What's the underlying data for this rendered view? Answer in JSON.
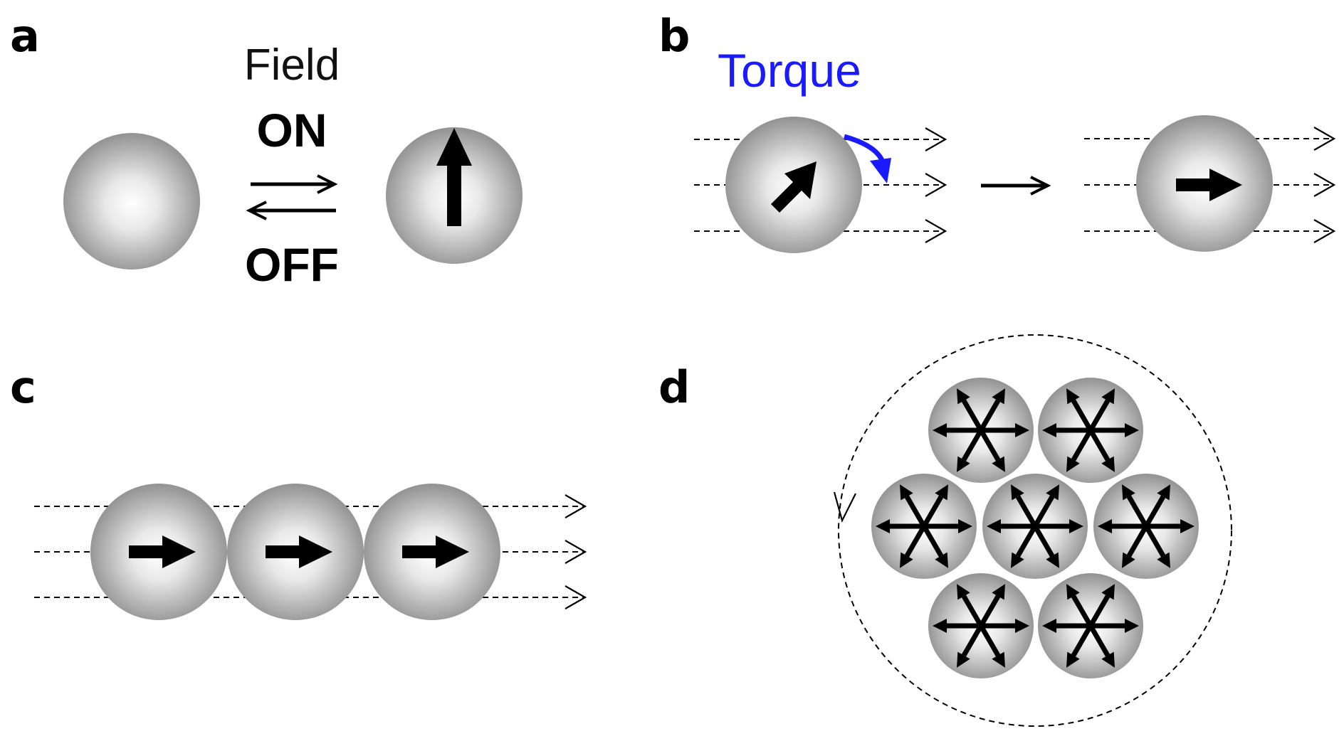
{
  "panels": {
    "a": {
      "label": "a",
      "field_text": "Field",
      "on_text": "ON",
      "off_text": "OFF"
    },
    "b": {
      "label": "b",
      "torque_text": "Torque"
    },
    "c": {
      "label": "c"
    },
    "d": {
      "label": "d"
    }
  },
  "colors": {
    "torque": "#1a1aff",
    "sphere_light": "#ffffff",
    "sphere_dark": "#8a8a8a",
    "ink": "#000000"
  },
  "icons": {
    "moment_arrow": "block-arrow-icon",
    "field_line": "dashed-arrow-icon",
    "rotation": "curved-arrow-icon",
    "multi_moment": "starburst-arrows-icon"
  }
}
